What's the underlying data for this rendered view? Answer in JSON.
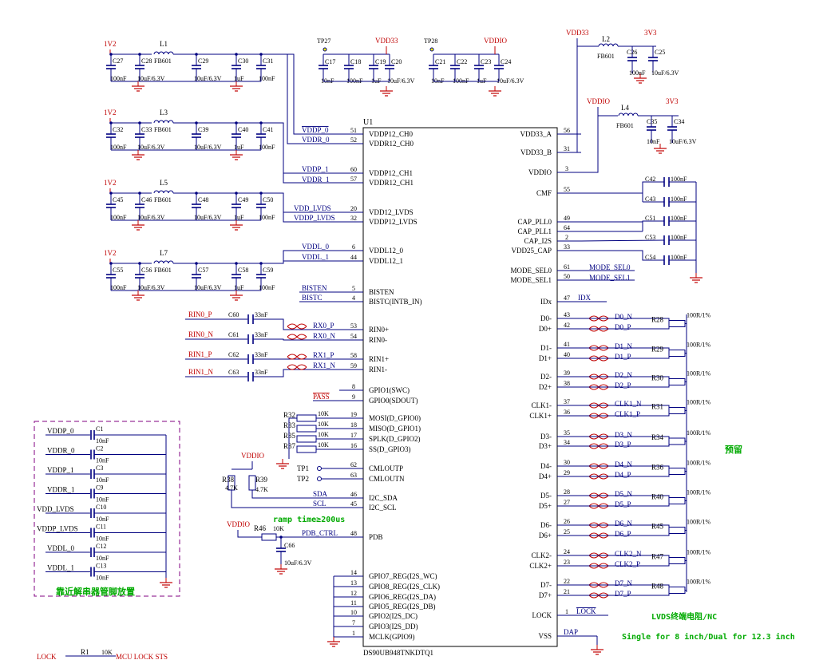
{
  "ic": {
    "ref": "U1",
    "part": "DS90UB948TNKDTQ1",
    "left_pins": [
      {
        "num": "51",
        "name": "VDDP12_CH0",
        "net": "VDDP_0"
      },
      {
        "num": "52",
        "name": "VDDR12_CH0",
        "net": "VDDR_0"
      },
      {
        "num": "60",
        "name": "VDDP12_CH1",
        "net": "VDDP_1"
      },
      {
        "num": "57",
        "name": "VDDR12_CH1",
        "net": "VDDR_1"
      },
      {
        "num": "20",
        "name": "VDD12_LVDS",
        "net": "VDD_LVDS"
      },
      {
        "num": "32",
        "name": "VDDP12_LVDS",
        "net": "VDDP_LVDS"
      },
      {
        "num": "6",
        "name": "VDDL12_0",
        "net": "VDDL_0"
      },
      {
        "num": "44",
        "name": "VDDL12_1",
        "net": "VDDL_1"
      },
      {
        "num": "5",
        "name": "BISTEN",
        "net": "BISTEN"
      },
      {
        "num": "4",
        "name": "BISTC(INTB_IN)",
        "net": "BISTC"
      },
      {
        "num": "53",
        "name": "RIN0+",
        "net": "RX0_P"
      },
      {
        "num": "54",
        "name": "RIN0-",
        "net": "RX0_N"
      },
      {
        "num": "58",
        "name": "RIN1+",
        "net": "RX1_P"
      },
      {
        "num": "59",
        "name": "RIN1-",
        "net": "RX1_N"
      },
      {
        "num": "8",
        "name": "GPIO1(SWC)",
        "net": ""
      },
      {
        "num": "9",
        "name": "GPIO0(SDOUT)",
        "net": "PASS"
      },
      {
        "num": "19",
        "name": "MOSI(D_GPIO0)",
        "net": ""
      },
      {
        "num": "18",
        "name": "MISO(D_GPIO1)",
        "net": ""
      },
      {
        "num": "17",
        "name": "SPLK(D_GPIO2)",
        "net": ""
      },
      {
        "num": "16",
        "name": "SS(D_GPIO3)",
        "net": ""
      },
      {
        "num": "62",
        "name": "CMLOUTP",
        "net": "TP1"
      },
      {
        "num": "63",
        "name": "CMLOUTN",
        "net": "TP2"
      },
      {
        "num": "46",
        "name": "I2C_SDA",
        "net": "SDA"
      },
      {
        "num": "45",
        "name": "I2C_SCL",
        "net": "SCL"
      },
      {
        "num": "48",
        "name": "PDB",
        "net": "PDB_CTRL"
      },
      {
        "num": "14",
        "name": "GPIO7_REG(I2S_WC)",
        "net": ""
      },
      {
        "num": "13",
        "name": "GPIO8_REG(I2S_CLK)",
        "net": ""
      },
      {
        "num": "12",
        "name": "GPIO6_REG(I2S_DA)",
        "net": ""
      },
      {
        "num": "11",
        "name": "GPIO5_REG(I2S_DB)",
        "net": ""
      },
      {
        "num": "10",
        "name": "GPIO2(I2S_DC)",
        "net": ""
      },
      {
        "num": "7",
        "name": "GPIO3(I2S_DD)",
        "net": ""
      },
      {
        "num": "1",
        "name": "MCLK(GPIO9)",
        "net": ""
      }
    ],
    "right_pins": [
      {
        "num": "56",
        "name": "VDD33_A",
        "net": ""
      },
      {
        "num": "31",
        "name": "VDD33_B",
        "net": ""
      },
      {
        "num": "3",
        "name": "VDDIO",
        "net": ""
      },
      {
        "num": "55",
        "name": "CMF",
        "net": ""
      },
      {
        "num": "49",
        "name": "CAP_PLL0",
        "net": ""
      },
      {
        "num": "64",
        "name": "CAP_PLL1",
        "net": ""
      },
      {
        "num": "2",
        "name": "CAP_I2S",
        "net": ""
      },
      {
        "num": "33",
        "name": "VDD25_CAP",
        "net": ""
      },
      {
        "num": "61",
        "name": "MODE_SEL0",
        "net": "MODE_SEL0"
      },
      {
        "num": "50",
        "name": "MODE_SEL1",
        "net": "MODE_SEL1"
      },
      {
        "num": "47",
        "name": "IDx",
        "net": "IDX"
      },
      {
        "num": "43",
        "name": "D0-",
        "net": "D0_N"
      },
      {
        "num": "42",
        "name": "D0+",
        "net": "D0_P"
      },
      {
        "num": "41",
        "name": "D1-",
        "net": "D1_N"
      },
      {
        "num": "40",
        "name": "D1+",
        "net": "D1_P"
      },
      {
        "num": "39",
        "name": "D2-",
        "net": "D2_N"
      },
      {
        "num": "38",
        "name": "D2+",
        "net": "D2_P"
      },
      {
        "num": "37",
        "name": "CLK1-",
        "net": "CLK1_N"
      },
      {
        "num": "36",
        "name": "CLK1+",
        "net": "CLK1_P"
      },
      {
        "num": "35",
        "name": "D3-",
        "net": "D3_N"
      },
      {
        "num": "34",
        "name": "D3+",
        "net": "D3_P"
      },
      {
        "num": "30",
        "name": "D4-",
        "net": "D4_N"
      },
      {
        "num": "29",
        "name": "D4+",
        "net": "D4_P"
      },
      {
        "num": "28",
        "name": "D5-",
        "net": "D5_N"
      },
      {
        "num": "27",
        "name": "D5+",
        "net": "D5_P"
      },
      {
        "num": "26",
        "name": "D6-",
        "net": "D6_N"
      },
      {
        "num": "25",
        "name": "D6+",
        "net": "D6_P"
      },
      {
        "num": "24",
        "name": "CLK2-",
        "net": "CLK2_N"
      },
      {
        "num": "23",
        "name": "CLK2+",
        "net": "CLK2_P"
      },
      {
        "num": "22",
        "name": "D7-",
        "net": "D7_N"
      },
      {
        "num": "21",
        "name": "D7+",
        "net": "D7_P"
      },
      {
        "num": "1",
        "name": "LOCK",
        "net": "LOCK"
      },
      {
        "num": "",
        "name": "VSS",
        "net": "DAP"
      }
    ]
  },
  "power_groups": [
    {
      "rail": "1V2",
      "caps": [
        "C27",
        "C28",
        "C29",
        "C30",
        "C31"
      ],
      "values": [
        "100nF",
        "10uF/6.3V",
        "10uF/6.3V",
        "1uF",
        "100nF"
      ],
      "inductor": "L1",
      "ind_part": "FB601"
    },
    {
      "rail": "1V2",
      "caps": [
        "C32",
        "C33",
        "C39",
        "C40",
        "C41"
      ],
      "values": [
        "100nF",
        "10uF/6.3V",
        "10uF/6.3V",
        "1uF",
        "100nF"
      ],
      "inductor": "L3",
      "ind_part": "FB601"
    },
    {
      "rail": "1V2",
      "caps": [
        "C45",
        "C46",
        "C48",
        "C49",
        "C50"
      ],
      "values": [
        "100nF",
        "10uF/6.3V",
        "10uF/6.3V",
        "1uF",
        "100nF"
      ],
      "inductor": "L5",
      "ind_part": "FB601"
    },
    {
      "rail": "1V2",
      "caps": [
        "C55",
        "C56",
        "C57",
        "C58",
        "C59"
      ],
      "values": [
        "100nF",
        "10uF/6.3V",
        "10uF/6.3V",
        "1uF",
        "100nF"
      ],
      "inductor": "L7",
      "ind_part": "FB601"
    }
  ],
  "top_groups": [
    {
      "tp": "TP27",
      "rail": "VDD33",
      "caps": [
        "C17",
        "C18",
        "C19",
        "C20"
      ],
      "values": [
        "10nF",
        "100nF",
        "1uF",
        "10uF/6.3V"
      ]
    },
    {
      "tp": "TP28",
      "rail": "VDDIO",
      "caps": [
        "C21",
        "C22",
        "C23",
        "C24"
      ],
      "values": [
        "10nF",
        "100nF",
        "1uF",
        "10uF/6.3V"
      ]
    }
  ],
  "vdd33_group": {
    "rail_in": "VDD33",
    "inductor": "L2",
    "ind_part": "FB601",
    "rail_out": "3V3",
    "caps": [
      "C26",
      "C25"
    ],
    "values": [
      "100nF",
      "10uF/6.3V"
    ]
  },
  "vddio_group": {
    "rail_in": "VDDIO",
    "inductor": "L4",
    "ind_part": "FB601",
    "rail_out": "3V3",
    "caps": [
      "C35",
      "C34"
    ],
    "values": [
      "10nF",
      "10uF/6.3V"
    ]
  },
  "cmf_caps": [
    {
      "ref": "C42",
      "value": "100nF"
    },
    {
      "ref": "C43",
      "value": "100nF"
    },
    {
      "ref": "C51",
      "value": "100nF"
    },
    {
      "ref": "C53",
      "value": "100nF"
    },
    {
      "ref": "C54",
      "value": "100nF"
    }
  ],
  "input_caps": [
    {
      "net": "RIN0_P",
      "ref": "C60",
      "value": "33nF"
    },
    {
      "net": "RIN0_N",
      "ref": "C61",
      "value": "33nF"
    },
    {
      "net": "RIN1_P",
      "ref": "C62",
      "value": "33nF"
    },
    {
      "net": "RIN1_N",
      "ref": "C63",
      "value": "33nF"
    }
  ],
  "spi_resistors": [
    {
      "ref": "R32",
      "value": "10K"
    },
    {
      "ref": "R33",
      "value": "10K"
    },
    {
      "ref": "R35",
      "value": "10K"
    },
    {
      "ref": "R37",
      "value": "10K"
    }
  ],
  "i2c": {
    "rail": "VDDIO",
    "r1": "R38",
    "r1v": "4.7K",
    "r2": "R39",
    "r2v": "4.7K",
    "sda": "SDA",
    "scl": "SCL"
  },
  "pdb": {
    "rail": "VDDIO",
    "res": "R46",
    "res_value": "10K",
    "cap": "C66",
    "cap_value": "10uF/6.3V",
    "ramp_note": "ramp time≥200us"
  },
  "terminations": [
    {
      "ref": "R28",
      "value": "100R/1%"
    },
    {
      "ref": "R29",
      "value": "100R/1%"
    },
    {
      "ref": "R30",
      "value": "100R/1%"
    },
    {
      "ref": "R31",
      "value": "100R/1%"
    },
    {
      "ref": "R34",
      "value": "100R/1%"
    },
    {
      "ref": "R36",
      "value": "100R/1%"
    },
    {
      "ref": "R40",
      "value": "100R/1%"
    },
    {
      "ref": "R45",
      "value": "100R/1%"
    },
    {
      "ref": "R47",
      "value": "100R/1%"
    },
    {
      "ref": "R48",
      "value": "100R/1%"
    }
  ],
  "decoupling_box": {
    "title": "靠近解串器管脚放置",
    "rows": [
      {
        "net": "VDDP_0",
        "ref": "C1",
        "value": "10nF"
      },
      {
        "net": "VDDR_0",
        "ref": "C2",
        "value": "10nF"
      },
      {
        "net": "VDDP_1",
        "ref": "C3",
        "value": "10nF"
      },
      {
        "net": "VDDR_1",
        "ref": "C9",
        "value": "10nF"
      },
      {
        "net": "VDD_LVDS",
        "ref": "C10",
        "value": "10nF"
      },
      {
        "net": "VDDP_LVDS",
        "ref": "C11",
        "value": "10nF"
      },
      {
        "net": "VDDL_0",
        "ref": "C12",
        "value": "10nF"
      },
      {
        "net": "VDDL_1",
        "ref": "C13",
        "value": "10nF"
      }
    ]
  },
  "notes": {
    "reserve": "预留",
    "lvds_term": "LVDS终端电阻/NC",
    "single_dual": "Single for 8 inch/Dual for 12.3 inch"
  },
  "lock_row": {
    "net": "LOCK",
    "ref": "R1",
    "value": "10K",
    "dest": "MCU LOCK STS"
  },
  "colors": {
    "wire": "#000080",
    "power": "#c00000",
    "label": "#000080",
    "note_green": "#00aa00",
    "box": "#800080",
    "ref": "#000000"
  }
}
